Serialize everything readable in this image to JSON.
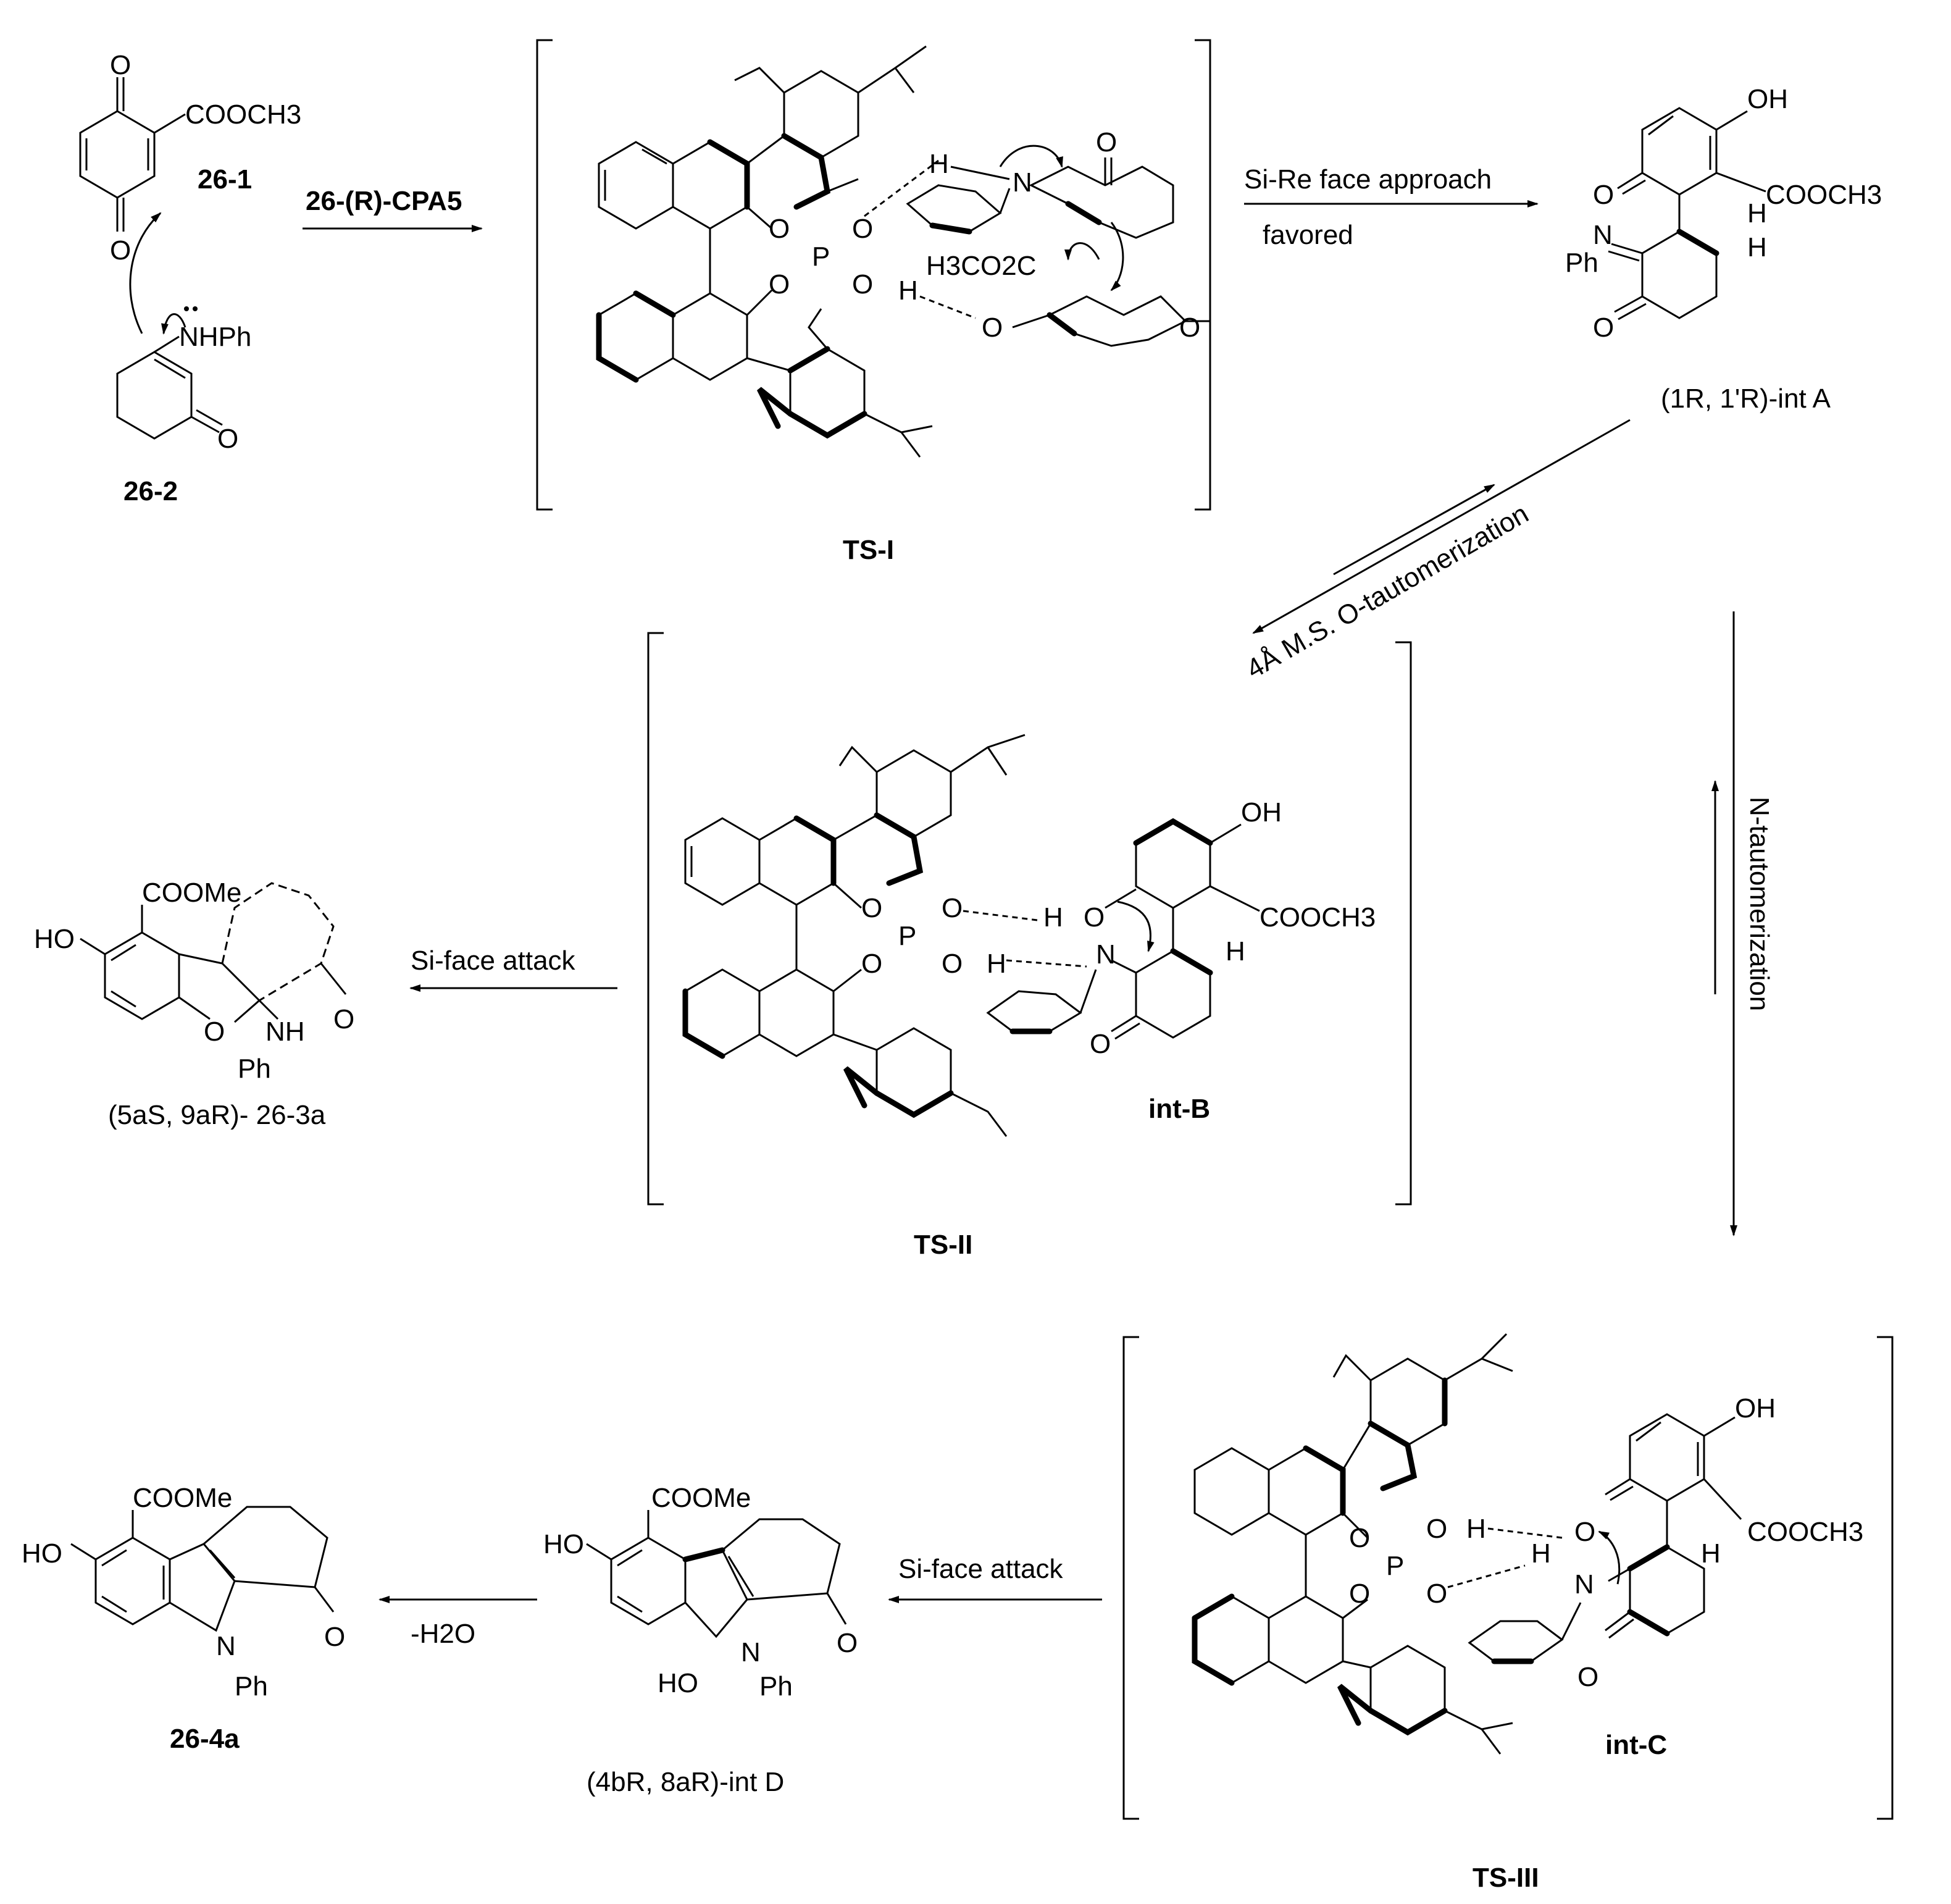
{
  "labels": {
    "c26_1": "26-1",
    "c26_2": "26-2",
    "catalyst": "26-(R)-CPA5",
    "ts1": "TS-I",
    "ts2": "TS-II",
    "ts3": "TS-III",
    "intA": "(1R, 1'R)-int A",
    "intB": "int-B",
    "intC": "int-C",
    "intD": "(4bR, 8aR)-int D",
    "p26_3a": "(5aS, 9aR)- 26-3a",
    "p26_4a": "26-4a"
  },
  "arrows": {
    "step1_top": "Si-Re face approach",
    "step1_bottom": "favored",
    "o_taut": "4Å M.S. O-tautomerization",
    "n_taut": "N-tautomerization",
    "si_face_1": "Si-face attack",
    "si_face_2": "Si-face attack",
    "dehydration": "-H2O"
  },
  "atoms": {
    "O": "O",
    "OH": "OH",
    "HO": "HO",
    "H": "H",
    "N": "N",
    "P": "P",
    "NHPh": "NHPh",
    "NH": "NH",
    "Ph": "Ph",
    "COOCH3": "COOCH3",
    "COOMe": "COOMe",
    "H3CO2C": "H3CO2C"
  }
}
